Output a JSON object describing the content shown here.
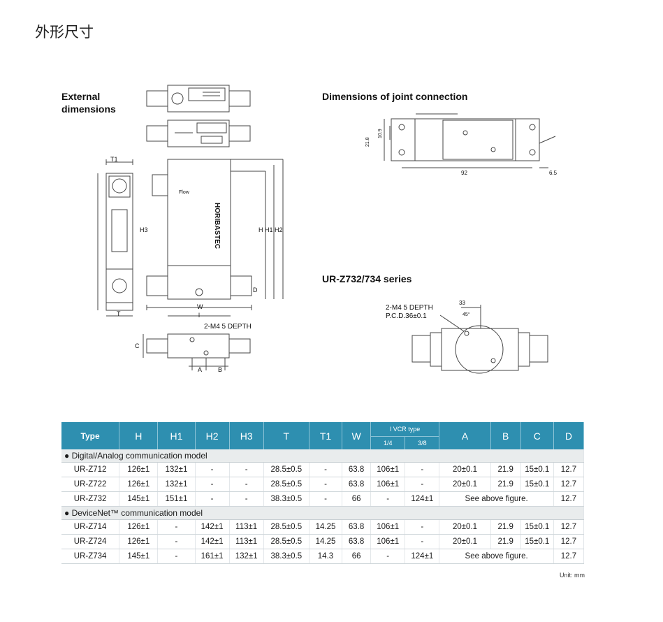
{
  "page_heading": "外形尺寸",
  "figures": {
    "external": {
      "title_line1": "External",
      "title_line2": "dimensions",
      "labels": {
        "t1": "T1",
        "h3": "H3",
        "t": "T",
        "flow": "Flow",
        "brand": "HORIBASTEC",
        "hh1h2": "H H1 H2",
        "d": "D",
        "w": "W",
        "l": "l",
        "depth_note": "2-M4 5 DEPTH",
        "c": "C",
        "a": "A",
        "b": "B"
      }
    },
    "joint": {
      "title": "Dimensions of joint connection",
      "labels": {
        "h_total": "21.8",
        "h_half": "10.9",
        "length": "92",
        "extra": "6.5"
      }
    },
    "series": {
      "title": "UR-Z732/734 series",
      "note_line1": "2-M4 5 DEPTH",
      "note_line2": "P.C.D.36±0.1",
      "dim_33": "33",
      "dim_45": "45°"
    }
  },
  "table": {
    "headers": {
      "type": "Type",
      "h": "H",
      "h1": "H1",
      "h2": "H2",
      "h3": "H3",
      "t": "T",
      "t1": "T1",
      "w": "W",
      "vcr": "l VCR type",
      "vcr_14": "1/4",
      "vcr_38": "3/8",
      "a": "A",
      "b": "B",
      "c": "C",
      "d": "D"
    },
    "groups": [
      {
        "name": "● Digital/Analog communication model",
        "rows": [
          {
            "type": "UR-Z712",
            "h": "126±1",
            "h1": "132±1",
            "h2": "-",
            "h3": "-",
            "t": "28.5±0.5",
            "t1": "-",
            "w": "63.8",
            "l14": "106±1",
            "l38": "-",
            "a": "20±0.1",
            "b": "21.9",
            "c": "15±0.1",
            "d": "12.7"
          },
          {
            "type": "UR-Z722",
            "h": "126±1",
            "h1": "132±1",
            "h2": "-",
            "h3": "-",
            "t": "28.5±0.5",
            "t1": "-",
            "w": "63.8",
            "l14": "106±1",
            "l38": "-",
            "a": "20±0.1",
            "b": "21.9",
            "c": "15±0.1",
            "d": "12.7"
          },
          {
            "type": "UR-Z732",
            "h": "145±1",
            "h1": "151±1",
            "h2": "-",
            "h3": "-",
            "t": "38.3±0.5",
            "t1": "-",
            "w": "66",
            "l14": "-",
            "l38": "124±1",
            "abc": "See above figure.",
            "d": "12.7"
          }
        ]
      },
      {
        "name": "● DeviceNet™ communication model",
        "rows": [
          {
            "type": "UR-Z714",
            "h": "126±1",
            "h1": "-",
            "h2": "142±1",
            "h3": "113±1",
            "t": "28.5±0.5",
            "t1": "14.25",
            "w": "63.8",
            "l14": "106±1",
            "l38": "-",
            "a": "20±0.1",
            "b": "21.9",
            "c": "15±0.1",
            "d": "12.7"
          },
          {
            "type": "UR-Z724",
            "h": "126±1",
            "h1": "-",
            "h2": "142±1",
            "h3": "113±1",
            "t": "28.5±0.5",
            "t1": "14.25",
            "w": "63.8",
            "l14": "106±1",
            "l38": "-",
            "a": "20±0.1",
            "b": "21.9",
            "c": "15±0.1",
            "d": "12.7"
          },
          {
            "type": "UR-Z734",
            "h": "145±1",
            "h1": "-",
            "h2": "161±1",
            "h3": "132±1",
            "t": "38.3±0.5",
            "t1": "14.3",
            "w": "66",
            "l14": "-",
            "l38": "124±1",
            "abc": "See above figure.",
            "d": "12.7"
          }
        ]
      }
    ],
    "unit_note": "Unit: mm"
  },
  "colors": {
    "header_bg": "#2e8fb0",
    "group_bg": "#e9eced",
    "line": "#333333"
  }
}
